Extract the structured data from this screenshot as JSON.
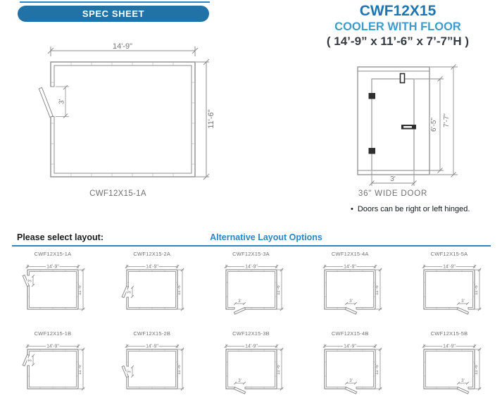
{
  "colors": {
    "banner_blue": "#2173a7",
    "model_blue": "#1e75ad",
    "product_blue": "#3f9cc8",
    "accent_blue": "#2a86c2",
    "line_gray": "#8d8d8d",
    "drawing_text_gray": "#757575",
    "hardware_dark": "#2e2e2e"
  },
  "header": {
    "banner": "SPEC SHEET",
    "model": "CWF12X15",
    "product": "COOLER WITH FLOOR",
    "size": "( 14’-9” x 11’-6” x 7’-7”H )"
  },
  "main_plan": {
    "width_label": "14'-9\"",
    "height_label": "11'-6\"",
    "door_label": "3'",
    "caption": "CWF12X15-1A",
    "door": {
      "wall": "left",
      "pos": "top",
      "swing": "up-left"
    }
  },
  "elevation": {
    "door_height_label": "6'-5\"",
    "overall_height_label": "7'-7\"",
    "door_width_label": "3'",
    "caption": "36\" WIDE DOOR",
    "note_bullet": "•",
    "note": "Doors can be right or left hinged."
  },
  "layout_section": {
    "prompt": "Please select layout:",
    "title": "Alternative Layout Options",
    "width_label": "14'-9\"",
    "height_label": "11'-6\"",
    "door_label": "3'",
    "options": [
      {
        "id": "CWF12X15-1A",
        "wall": "left",
        "pos": "top",
        "swing": "up-left"
      },
      {
        "id": "CWF12X15-2A",
        "wall": "left",
        "pos": "bottom",
        "swing": "down-left"
      },
      {
        "id": "CWF12X15-3A",
        "wall": "bottom",
        "pos": "left",
        "swing": "down-left"
      },
      {
        "id": "CWF12X15-4A",
        "wall": "bottom",
        "pos": "center",
        "swing": "down-right"
      },
      {
        "id": "CWF12X15-5A",
        "wall": "bottom",
        "pos": "right",
        "swing": "down-right"
      },
      {
        "id": "CWF12X15-1B",
        "wall": "left",
        "pos": "top",
        "swing": "down-left"
      },
      {
        "id": "CWF12X15-2B",
        "wall": "left",
        "pos": "bottom",
        "swing": "up-left"
      },
      {
        "id": "CWF12X15-3B",
        "wall": "bottom",
        "pos": "left",
        "swing": "down-right"
      },
      {
        "id": "CWF12X15-4B",
        "wall": "bottom",
        "pos": "center",
        "swing": "down-right"
      },
      {
        "id": "CWF12X15-5B",
        "wall": "bottom",
        "pos": "right",
        "swing": "down-right"
      }
    ]
  }
}
